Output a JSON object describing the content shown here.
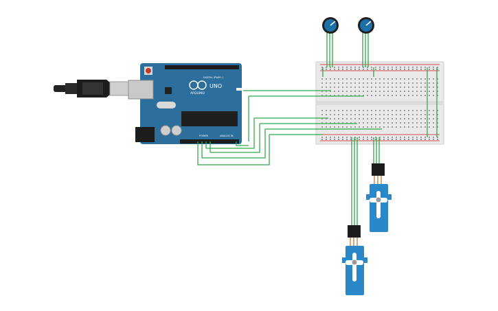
{
  "arduino": {
    "brand": "ARDUINO",
    "model": "UNO",
    "digital_label": "DIGITAL (PWM~)",
    "power_label": "POWER",
    "analog_label": "ANALOG IN"
  },
  "colors": {
    "wire": "#2fa84a",
    "board": "#2c6e9c",
    "breadboard": "#e9e9e9",
    "rail_red": "#d84a4a",
    "servo_body": "#2a87c8",
    "knob": "#1d6fa8"
  },
  "icons": [
    "usb-cable-icon",
    "potentiometer-icon",
    "servo-icon"
  ]
}
